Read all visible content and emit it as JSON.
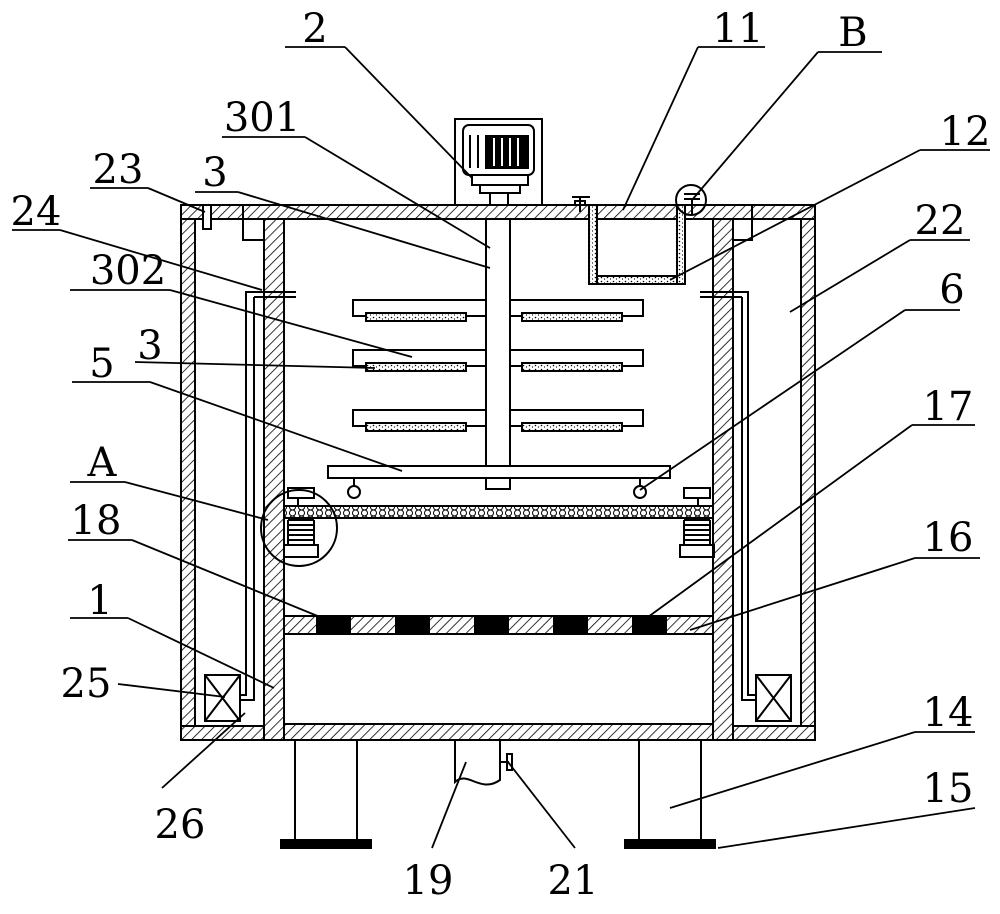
{
  "callouts": [
    {
      "id": "c-2",
      "text": "2"
    },
    {
      "id": "c-11",
      "text": "11"
    },
    {
      "id": "c-B",
      "text": "B"
    },
    {
      "id": "c-301",
      "text": "301"
    },
    {
      "id": "c-12",
      "text": "12"
    },
    {
      "id": "c-23",
      "text": "23"
    },
    {
      "id": "c-3a",
      "text": "3"
    },
    {
      "id": "c-24",
      "text": "24"
    },
    {
      "id": "c-22",
      "text": "22"
    },
    {
      "id": "c-302",
      "text": "302"
    },
    {
      "id": "c-6",
      "text": "6"
    },
    {
      "id": "c-3b",
      "text": "3"
    },
    {
      "id": "c-5",
      "text": "5"
    },
    {
      "id": "c-17",
      "text": "17"
    },
    {
      "id": "c-A",
      "text": "A"
    },
    {
      "id": "c-18",
      "text": "18"
    },
    {
      "id": "c-16",
      "text": "16"
    },
    {
      "id": "c-1",
      "text": "1"
    },
    {
      "id": "c-25",
      "text": "25"
    },
    {
      "id": "c-14",
      "text": "14"
    },
    {
      "id": "c-26",
      "text": "26"
    },
    {
      "id": "c-15",
      "text": "15"
    },
    {
      "id": "c-19",
      "text": "19"
    },
    {
      "id": "c-21",
      "text": "21"
    }
  ]
}
